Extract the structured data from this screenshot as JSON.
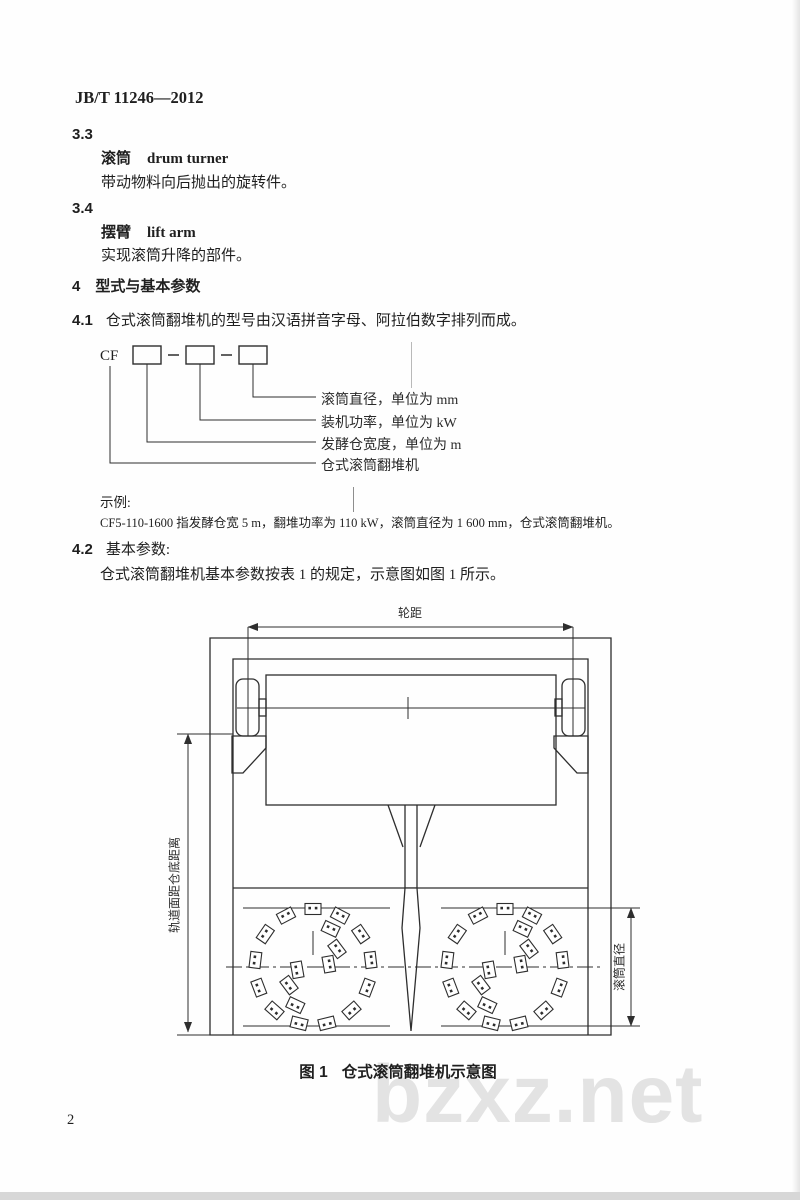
{
  "header": {
    "doc_code": "JB/T 11246—2012"
  },
  "terms": [
    {
      "num": "3.3",
      "term": "滚筒",
      "term_en": "drum turner",
      "definition": "带动物料向后抛出的旋转件。"
    },
    {
      "num": "3.4",
      "term": "摆臂",
      "term_en": "lift arm",
      "definition": "实现滚筒升降的部件。"
    }
  ],
  "section4": {
    "num": "4",
    "title": "型式与基本参数",
    "s41_num": "4.1",
    "s41_text": "仓式滚筒翻堆机的型号由汉语拼音字母、阿拉伯数字排列而成。",
    "s42_num": "4.2",
    "s42_title": "基本参数:",
    "s42_text": "仓式滚筒翻堆机基本参数按表 1 的规定，示意图如图 1 所示。"
  },
  "designation": {
    "prefix": "CF",
    "labels": [
      "滚筒直径，单位为 mm",
      "装机功率，单位为 kW",
      "发酵仓宽度，单位为 m",
      "仓式滚筒翻堆机"
    ],
    "example_label": "示例:",
    "example_text": "CF5-110-1600 指发酵仓宽 5 m，翻堆功率为 110 kW，滚筒直径为 1 600 mm，仓式滚筒翻堆机。"
  },
  "figure": {
    "dim_wheel_track": "轮距",
    "dim_rail_to_floor": "轨道面距仓底距离",
    "dim_drum_diameter": "滚筒直径",
    "caption_num": "图 1",
    "caption_text": "仓式滚筒翻堆机示意图"
  },
  "footer": {
    "page_number": "2",
    "watermark": "bzxz.net"
  }
}
